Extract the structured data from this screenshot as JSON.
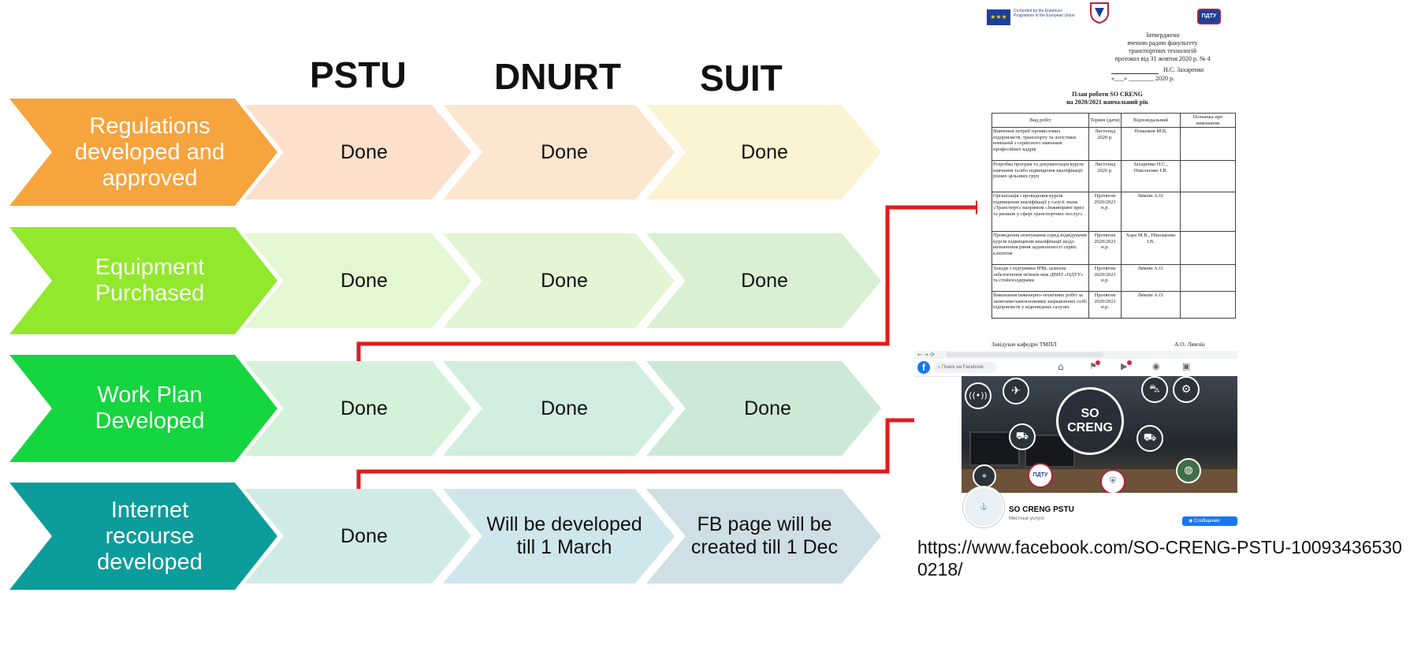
{
  "columns": [
    "PSTU",
    "DNURT",
    "SUIT"
  ],
  "colors": {
    "row1": "#f6a43e",
    "row2": "#92e82d",
    "row3": "#15d63f",
    "row4": "#0d9c9c",
    "connector": "#e21b1b"
  },
  "rows": [
    {
      "label": "Regulations developed and approved",
      "cells": [
        "Done",
        "Done",
        "Done"
      ]
    },
    {
      "label": "Equipment Purchased",
      "cells": [
        "Done",
        "Done",
        "Done"
      ]
    },
    {
      "label": "Work Plan Developed",
      "cells": [
        "Done",
        "Done",
        "Done"
      ]
    },
    {
      "label": "Internet recourse developed",
      "cells": [
        "Done",
        "Will be developed till 1 March",
        "FB page will be created till 1 Dec"
      ]
    }
  ],
  "document": {
    "eu_text": "Co-funded by the Erasmus+ Programme of the European Union",
    "approval": [
      "Затверджено",
      "вченою радою факультету",
      "транспортних технологій",
      "протокол від 31 жовтня 2020 р. № 4"
    ],
    "signature": "Н.С. Захаренко",
    "date_line": "«___» ________ 2020 р.",
    "title": "План роботи SO CRENG",
    "subtitle": "на 2020/2021 навчальний рік",
    "table_headers": [
      "Вид робіт",
      "Термін (дати)",
      "Відповідальний",
      "Позначка про виконання"
    ],
    "table_rows": [
      [
        "Вивчення потреб промислових підприємств, транспорту та логістики компаній з сервісного навчання професійних кадрів",
        "Листопад 2020 р.",
        "Помазков М.В.",
        ""
      ],
      [
        "Розробка програм та документація курсів навчання та/або підвищення кваліфікації різних цільових груп",
        "Листопад 2020 р.",
        "Захаренко Н.С., Ніколаєнко І.В.",
        ""
      ],
      [
        "Організація і проведення курсів підвищення кваліфікації у галузі знань «Транспорт» напрямом «Інжиніринг криз та ризиків у сфері транспортних послуг»",
        "Протягом 2020/2021 н.р.",
        "Лямзін А.О.",
        ""
      ],
      [
        "Проведення опитування серед відвідувачів курсів підвищення кваліфікації щодо визначення рівня задоволеності сервіс клієнтом",
        "Протягом 2020/2021 н.р.",
        "Хара М.В., Ніколаєнко І.В.",
        ""
      ],
      [
        "Заходи з підтримки IPBL шляхом забезпечення зв'язків між ДВНЗ «ПДТУ» та стейкхолдерами",
        "Протягом 2020/2021 н.р.",
        "Лямзін А.О.",
        ""
      ],
      [
        "Виконання інженерно-технічних робіт за запитами/замовленнями зацікавлених осіб/підприємств у відповідних галузях",
        "Протягом 2020/2021 н.р.",
        "Лямзін А.О.",
        ""
      ]
    ],
    "footer_left": "Завідувач кафедри ТМПЛ",
    "footer_right": "А.О. Лямзін"
  },
  "facebook": {
    "search_placeholder": "Поиск на Facebook",
    "logo_text": "SO CRENG",
    "page_name": "SO CRENG PSTU",
    "category": "Местные услуги",
    "message_button": "Сообщение"
  },
  "url": "https://www.facebook.com/SO-CRENG-PSTU-100934365300218/"
}
